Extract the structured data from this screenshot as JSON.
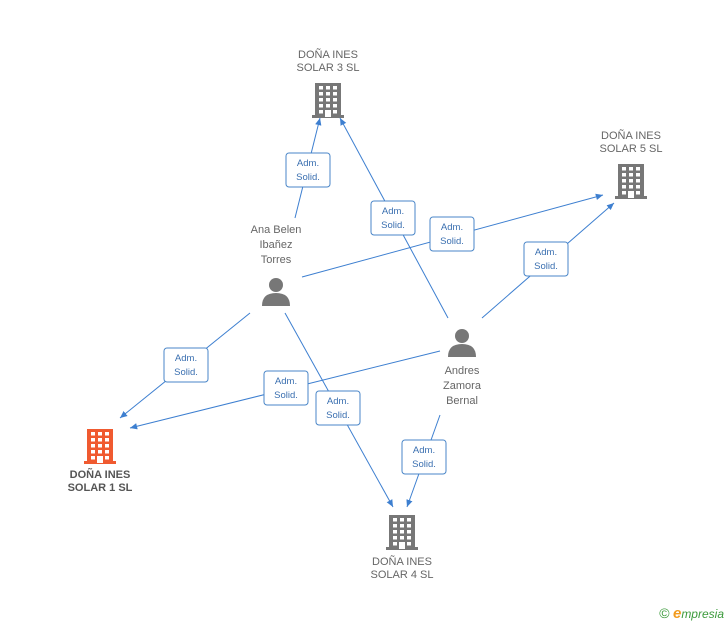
{
  "companies": [
    {
      "id": "c3",
      "lines": [
        "DOÑA INES",
        "SOLAR 3 SL"
      ],
      "icon": "building-icon",
      "main": false
    },
    {
      "id": "c5",
      "lines": [
        "DOÑA INES",
        "SOLAR 5 SL"
      ],
      "icon": "building-icon",
      "main": false
    },
    {
      "id": "c1",
      "lines": [
        "DOÑA INES",
        "SOLAR 1 SL"
      ],
      "icon": "building-icon",
      "main": true
    },
    {
      "id": "c4",
      "lines": [
        "DOÑA INES",
        "SOLAR 4 SL"
      ],
      "icon": "building-icon",
      "main": false
    }
  ],
  "persons": [
    {
      "id": "p1",
      "lines": [
        "Ana Belen",
        "Ibañez",
        "Torres"
      ],
      "icon": "person-icon"
    },
    {
      "id": "p2",
      "lines": [
        "Andres",
        "Zamora",
        "Bernal"
      ],
      "icon": "person-icon"
    }
  ],
  "relation_label": [
    "Adm.",
    "Solid."
  ],
  "edges": [
    {
      "from": "p1",
      "to": "c3",
      "label": [
        "Adm.",
        "Solid."
      ]
    },
    {
      "from": "p1",
      "to": "c5",
      "label": [
        "Adm.",
        "Solid."
      ]
    },
    {
      "from": "p1",
      "to": "c1",
      "label": [
        "Adm.",
        "Solid."
      ]
    },
    {
      "from": "p1",
      "to": "c4",
      "label": [
        "Adm.",
        "Solid."
      ]
    },
    {
      "from": "p2",
      "to": "c3",
      "label": [
        "Adm.",
        "Solid."
      ]
    },
    {
      "from": "p2",
      "to": "c5",
      "label": [
        "Adm.",
        "Solid."
      ]
    },
    {
      "from": "p2",
      "to": "c1",
      "label": [
        "Adm.",
        "Solid."
      ]
    },
    {
      "from": "p2",
      "to": "c4",
      "label": [
        "Adm.",
        "Solid."
      ]
    }
  ],
  "colors": {
    "main_company": "#f05a30",
    "company": "#777777",
    "person": "#777777",
    "edge": "#3d7fd0"
  },
  "footer": {
    "copyright": "©",
    "brand_initial": "e",
    "brand_rest": "mpresia"
  }
}
